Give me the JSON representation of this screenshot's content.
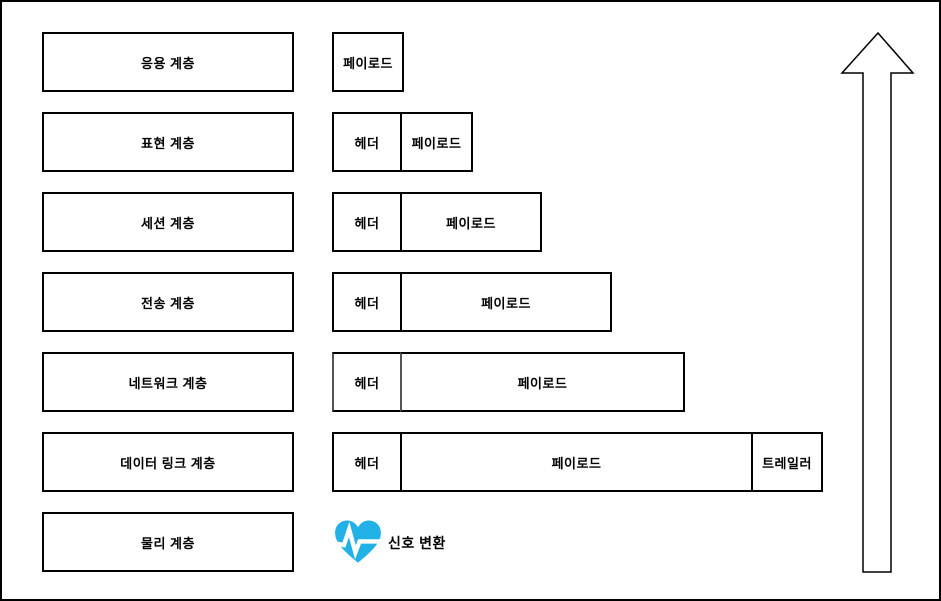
{
  "layer_names": [
    "응용 계층",
    "표현 계층",
    "세션 계층",
    "전송 계층",
    "네트워크 계층",
    "데이터 링크 계층",
    "물리 계층"
  ],
  "packet_labels": {
    "header": "헤더",
    "payload": "페이로드",
    "trailer": "트레일러"
  },
  "signal_label": "신호 변환",
  "icons": {
    "heartbeat": "heartbeat-icon",
    "arrow": "up-arrow-icon"
  },
  "colors": {
    "border": "#000000",
    "background": "#ffffff",
    "heart": "#22B1E7",
    "pulse_line": "#ffffff",
    "text": "#000000"
  },
  "arrow": {
    "direction": "up"
  }
}
